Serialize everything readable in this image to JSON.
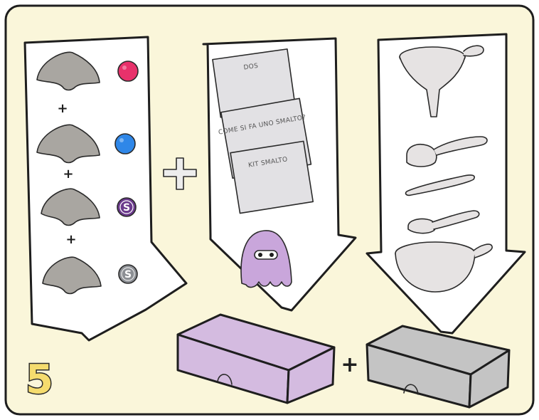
{
  "step": {
    "number": "5"
  },
  "colors": {
    "background": "#faf6da",
    "frame": "#1e1e1e",
    "arrow_fill": "#ffffff",
    "mold_gray": "#a9a6a1",
    "badge_pink": "#e8316b",
    "badge_blue": "#2f87e8",
    "badge_purple": "#6b3a8c",
    "badge_silver": "#8c8f94",
    "box_purple": "#d4bbe0",
    "box_gray": "#c4c4c4",
    "mascot_purple": "#c9a6db",
    "sheet_gray": "#e2e1e4",
    "utensil_gray": "#e6e3e3",
    "step_number_yellow": "#f5dc6e"
  },
  "left_column": {
    "rows": [
      {
        "mold": "mold-shape-icon",
        "badge": "pink-glitter-jar-icon",
        "badge_letter": ""
      },
      {
        "mold": "mold-shape-icon",
        "badge": "blue-glitter-jar-icon",
        "badge_letter": ""
      },
      {
        "mold": "mold-shape-icon",
        "badge": "purple-s-badge-icon",
        "badge_letter": "S"
      },
      {
        "mold": "mold-shape-icon",
        "badge": "silver-s-badge-icon",
        "badge_letter": "S"
      }
    ],
    "separators": [
      "+",
      "+",
      "+"
    ]
  },
  "middle_column": {
    "sheets": [
      "DOS",
      "COME SI FA UNO SMALTO?",
      "KIT SMALTO"
    ]
  },
  "right_column": {
    "utensils": [
      "funnel-icon",
      "measuring-spoon-icon",
      "spatula-icon",
      "scoop-icon",
      "mixing-bowl-icon"
    ]
  },
  "operators": {
    "big_plus": "+",
    "small_plus": "+"
  }
}
